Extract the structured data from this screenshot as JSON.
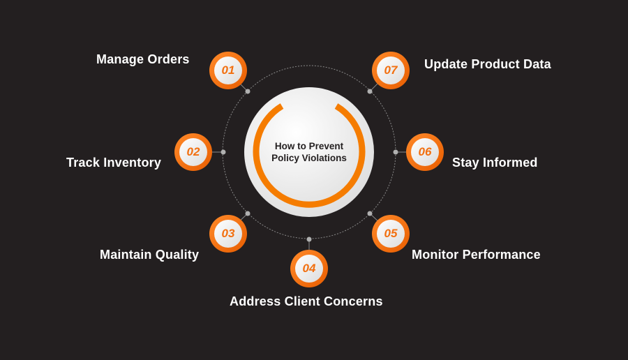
{
  "title": "How to Prevent Policy Violations",
  "colors": {
    "background": "#231f20",
    "accent": "#f57c00"
  },
  "steps": [
    {
      "number": "01",
      "label": "Manage Orders"
    },
    {
      "number": "02",
      "label": "Track Inventory"
    },
    {
      "number": "03",
      "label": "Maintain Quality"
    },
    {
      "number": "04",
      "label": "Address Client Concerns"
    },
    {
      "number": "05",
      "label": "Monitor Performance"
    },
    {
      "number": "06",
      "label": "Stay Informed"
    },
    {
      "number": "07",
      "label": "Update Product Data"
    }
  ]
}
